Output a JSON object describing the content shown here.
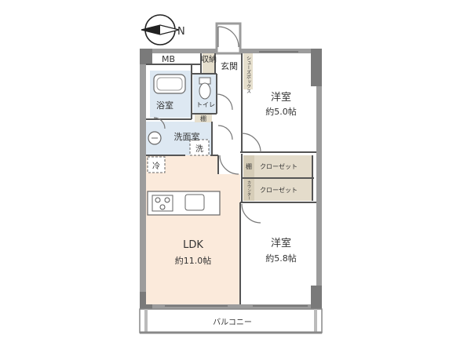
{
  "compass": {
    "label": "N"
  },
  "rooms": {
    "mb": "MB",
    "storage": "収納",
    "entrance": "玄関",
    "shoes_box": "シューズボックス",
    "bath": "浴室",
    "toilet": "トイレ",
    "shelf_1": "棚",
    "washroom": "洗面室",
    "washer": "洗",
    "fridge": "冷",
    "western_room_1": {
      "name": "洋室",
      "size": "約5.0帖"
    },
    "shelf_2": "棚",
    "closet_1": "クローゼット",
    "counter": "カウンター",
    "closet_2": "クローゼット",
    "western_room_2": {
      "name": "洋室",
      "size": "約5.8帖"
    },
    "ldk": {
      "name": "LDK",
      "size": "約11.0帖"
    },
    "balcony": "バルコニー"
  },
  "colors": {
    "wall": "#9c9c9c",
    "wall_dark": "#7a7a7a",
    "ldk_floor": "#fbeadb",
    "wet_floor": "#dde8f2",
    "closet_fill": "#e4dccb",
    "storage_fill": "#e6dfcd",
    "room_floor": "#ffffff",
    "line": "#555555"
  }
}
